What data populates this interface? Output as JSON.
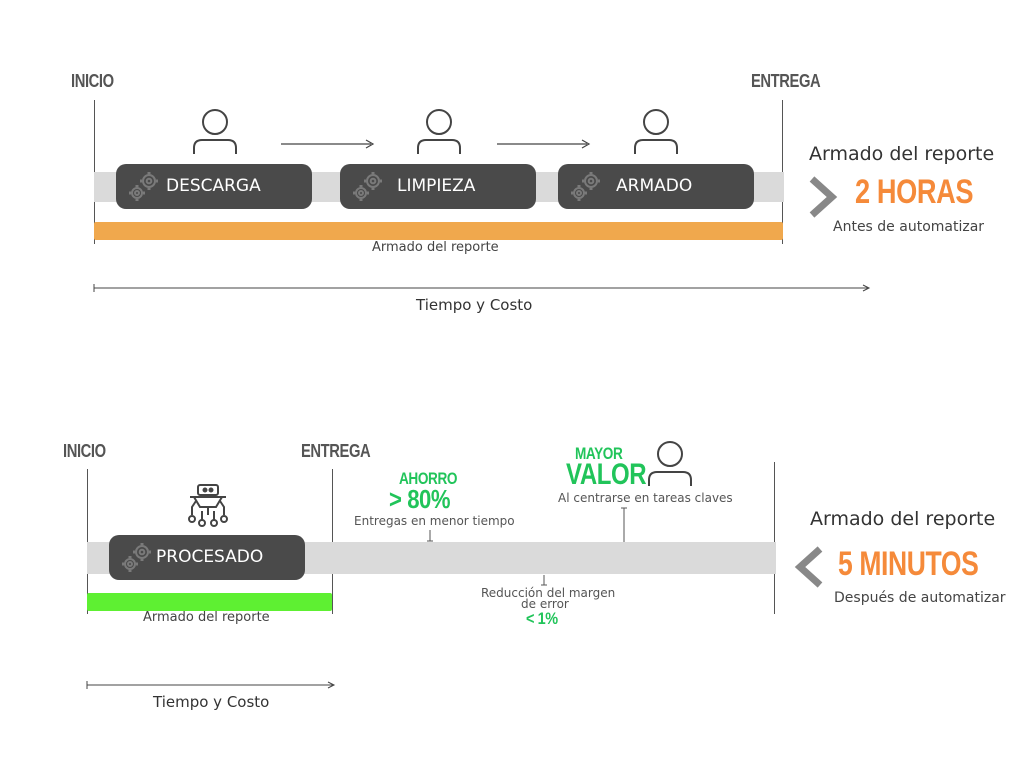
{
  "top": {
    "start_label": "INICIO",
    "end_label": "ENTREGA",
    "steps": [
      "DESCARGA",
      "LIMPIEZA",
      "ARMADO"
    ],
    "bar_label": "Armado del reporte",
    "axis_label": "Tiempo y Costo",
    "side_title": "Armado del reporte",
    "side_value": "2 HORAS",
    "side_caption": "Antes de automatizar"
  },
  "bottom": {
    "start_label": "INICIO",
    "end_label": "ENTREGA",
    "step": "PROCESADO",
    "bar_label": "Armado del reporte",
    "axis_label": "Tiempo y Costo",
    "savings_title": "AHORRO",
    "savings_value": "> 80%",
    "savings_caption": "Entregas en menor tiempo",
    "value_title_1": "MAYOR",
    "value_title_2": "VALOR",
    "value_caption": "Al centrarse en tareas claves",
    "error_caption_1": "Reducción del margen",
    "error_caption_2": "de error",
    "error_value": "< 1%",
    "side_title": "Armado del reporte",
    "side_value": "5 MINUTOS",
    "side_caption": "Después de automatizar"
  },
  "colors": {
    "orange": "#f0a84d",
    "green": "#5ef032",
    "accent_orange": "#f58a3a",
    "accent_green": "#21c45a",
    "dark_step": "#4a4a4a",
    "grey_track": "#dadada"
  }
}
